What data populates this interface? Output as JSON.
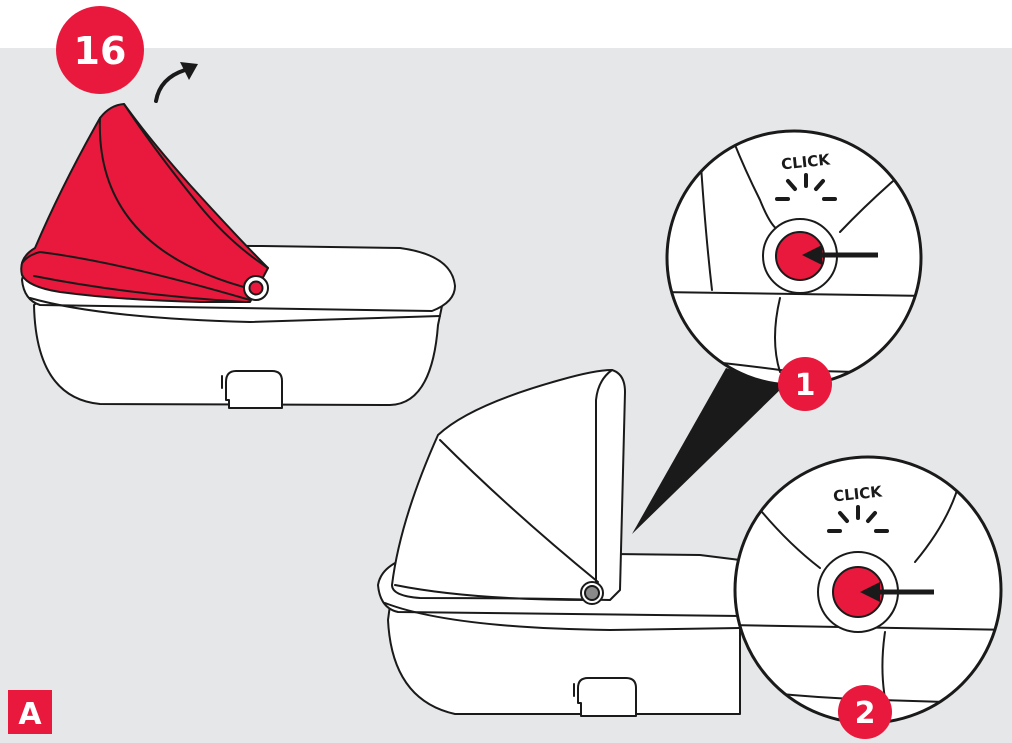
{
  "step": {
    "number": "16"
  },
  "panel": {
    "label": "A"
  },
  "callouts": [
    {
      "number": "1",
      "sound": "CLICK"
    },
    {
      "number": "2",
      "sound": "CLICK"
    }
  ],
  "colors": {
    "panel_background": "#e6e7e8",
    "accent_red": "#e8193c",
    "outline": "#1a1a1a",
    "fill_white": "#ffffff",
    "knob_grey": "#8a8a8a"
  },
  "icons": {
    "rotate_arrow": "curved-arrow-up-right-icon",
    "press_arrow": "arrow-left-icon",
    "click_lines": "click-burst-icon"
  }
}
